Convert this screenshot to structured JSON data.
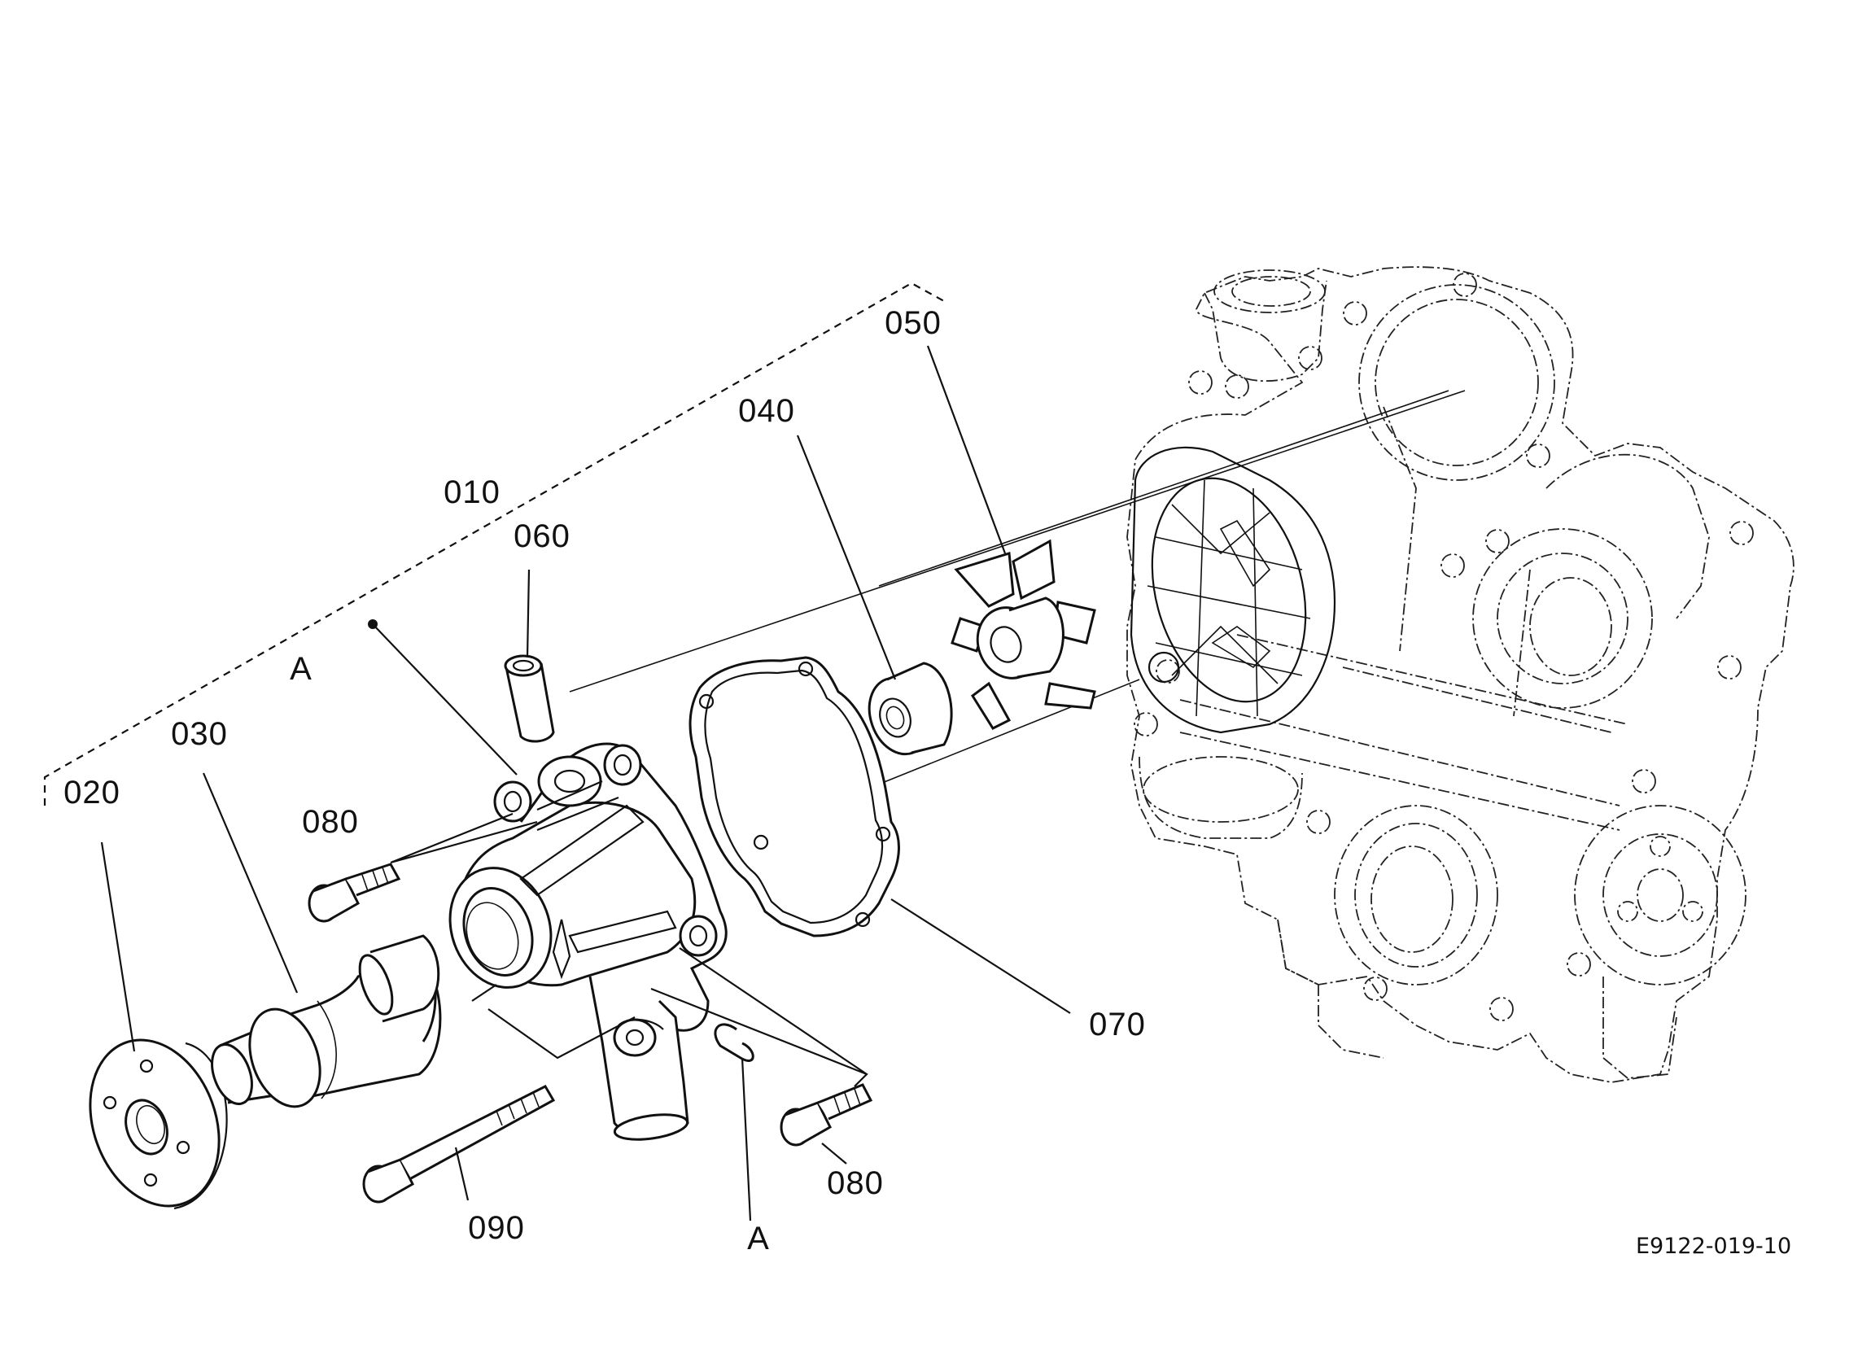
{
  "diagram": {
    "drawing_number": "E9122-019-10",
    "part_labels": {
      "p010": "010",
      "p020": "020",
      "p030": "030",
      "p040": "040",
      "p050": "050",
      "p060": "060",
      "p070": "070",
      "p080a": "080",
      "p080b": "080",
      "p090": "090",
      "ref_a_top": "A",
      "ref_a_bottom": "A"
    }
  }
}
